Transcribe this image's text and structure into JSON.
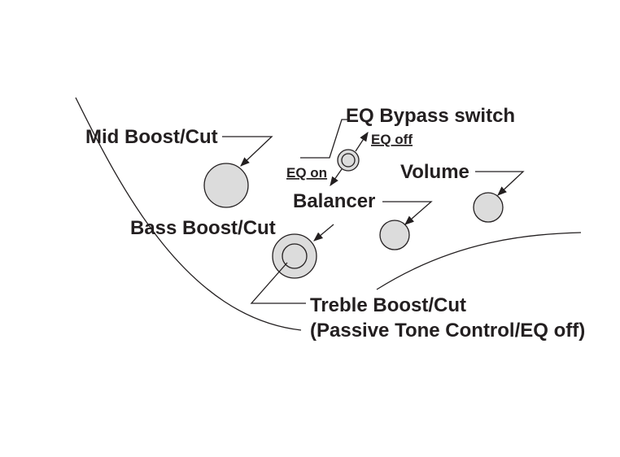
{
  "colors": {
    "ink": "#231f20",
    "knob_fill": "#dcdcdc",
    "background": "#ffffff"
  },
  "labels": {
    "eq_bypass_switch": "EQ Bypass switch",
    "eq_off": "EQ off",
    "eq_on": "EQ on",
    "mid_boost_cut": "Mid Boost/Cut",
    "volume": "Volume",
    "balancer": "Balancer",
    "bass_boost_cut": "Bass Boost/Cut",
    "treble_boost_cut": "Treble Boost/Cut",
    "passive_tone_control": "(Passive Tone Control/EQ off)"
  }
}
